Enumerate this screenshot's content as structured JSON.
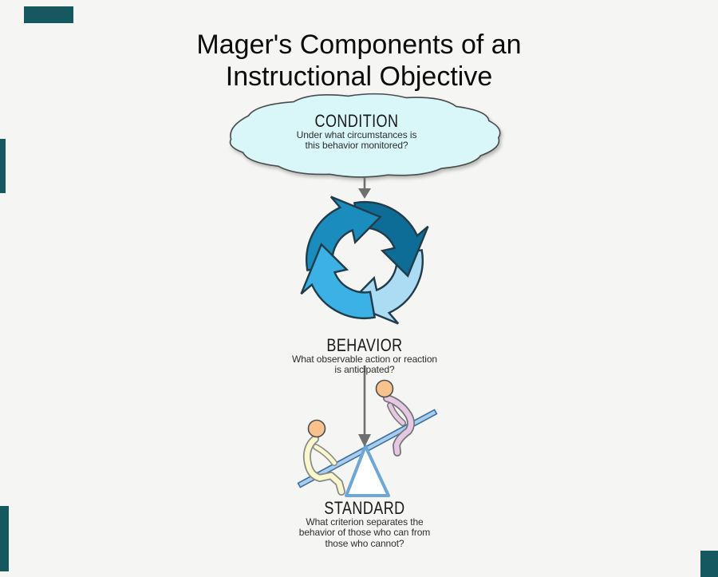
{
  "title": {
    "line1": "Mager's Components of an",
    "line2": "Instructional Objective"
  },
  "condition": {
    "heading": "CONDITION",
    "line1": "Under what circumstances is",
    "line2": "this behavior monitored?"
  },
  "behavior": {
    "heading": "BEHAVIOR",
    "line1": "What observable action or reaction",
    "line2": "is anticipated?"
  },
  "standard": {
    "heading": "STANDARD",
    "line1": "What criterion separates the",
    "line2": "behavior of those who can from",
    "line3": "those who cannot?"
  },
  "icons": {
    "condition_shape": "cloud-icon",
    "behavior_shape": "circular-cycle-arrows-icon",
    "standard_shape": "seesaw-two-people-icon",
    "connectors": "down-arrow-icon"
  },
  "colors": {
    "background": "#f5f5f4",
    "cloud_fill": "#d9f6f9",
    "cloud_stroke": "#4a4a4a",
    "cycle_top": "#1b8cbe",
    "cycle_right": "#0e6d96",
    "cycle_bottom": "#abdcf4",
    "cycle_left": "#3bb1e6",
    "cycle_outline": "#223d4a",
    "connector_gray": "#6f6f6f",
    "plank_blue": "#aacdeb",
    "triangle_stroke": "#6da7d6",
    "figure_left_body": "#f8f8cc",
    "figure_right_body": "#e5c9e4",
    "skin": "#f7c28c",
    "edge_artifact_teal": "#16585f",
    "text_dark": "#1a1a1a"
  }
}
